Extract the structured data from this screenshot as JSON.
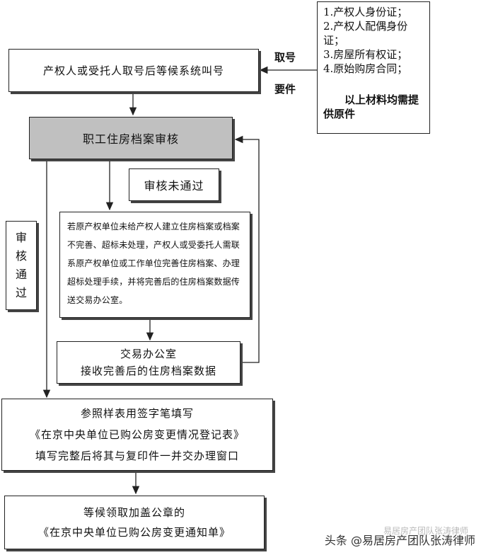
{
  "nodes": {
    "take_number": "产权人或受托人取号后等候系统叫号",
    "materials": {
      "items": [
        "1.产权人身份证；",
        "2.产权人配偶身份证；",
        "3.房屋所有权证；",
        "4.原始购房合同；"
      ],
      "note": "以上材料均需提供原件"
    },
    "review": "职工住房档案审核",
    "not_passed": "审核未通过",
    "passed": [
      "审",
      "核",
      "通",
      "过"
    ],
    "fix_instructions": "若原产权单位未给产权人建立住房档案或档案不完善、超标未处理，产权人或受委托人需联系原产权单位或工作单位完善住房档案、办理超标处理手续，并将完善后的住房档案数据传送交易办公室。",
    "trade_office": [
      "交易办公室",
      "接收完善后的住房档案数据"
    ],
    "fill_form": [
      "参照样表用签字笔填写",
      "《在京中央单位已购公房变更情况登记表》",
      "填写完整后将其与复印件一并交办理窗口"
    ],
    "wait_notice": [
      "等候领取加盖公章的",
      "《在京中央单位已购公房变更通知单》"
    ]
  },
  "edge_labels": {
    "take_number": "取号",
    "documents": "要件"
  },
  "watermark": {
    "main": "头条 @易居房产团队张涛律师",
    "faint": "易居房产团队张涛律师"
  },
  "colors": {
    "review_fill": "#c0c0c0",
    "line": "#222222",
    "shadow": "#444444"
  }
}
